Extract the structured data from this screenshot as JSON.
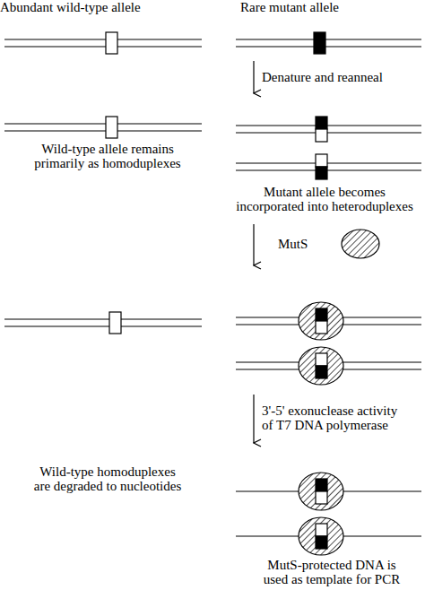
{
  "diagram": {
    "labels": [
      "Abundant wild-type allele",
      "Rare mutant allele",
      "Denature and reanneal",
      "Wild-type allele remains primarily as homoduplexes",
      "Mutant allele becomes incorporated into heteroduplexes",
      "MutS",
      "3'-5' exonuclease activity of T7 DNA polymerase",
      "Wild-type homoduplexes are degraded to nucleotides",
      "MutS-protected DNA is used as template for PCR"
    ]
  }
}
